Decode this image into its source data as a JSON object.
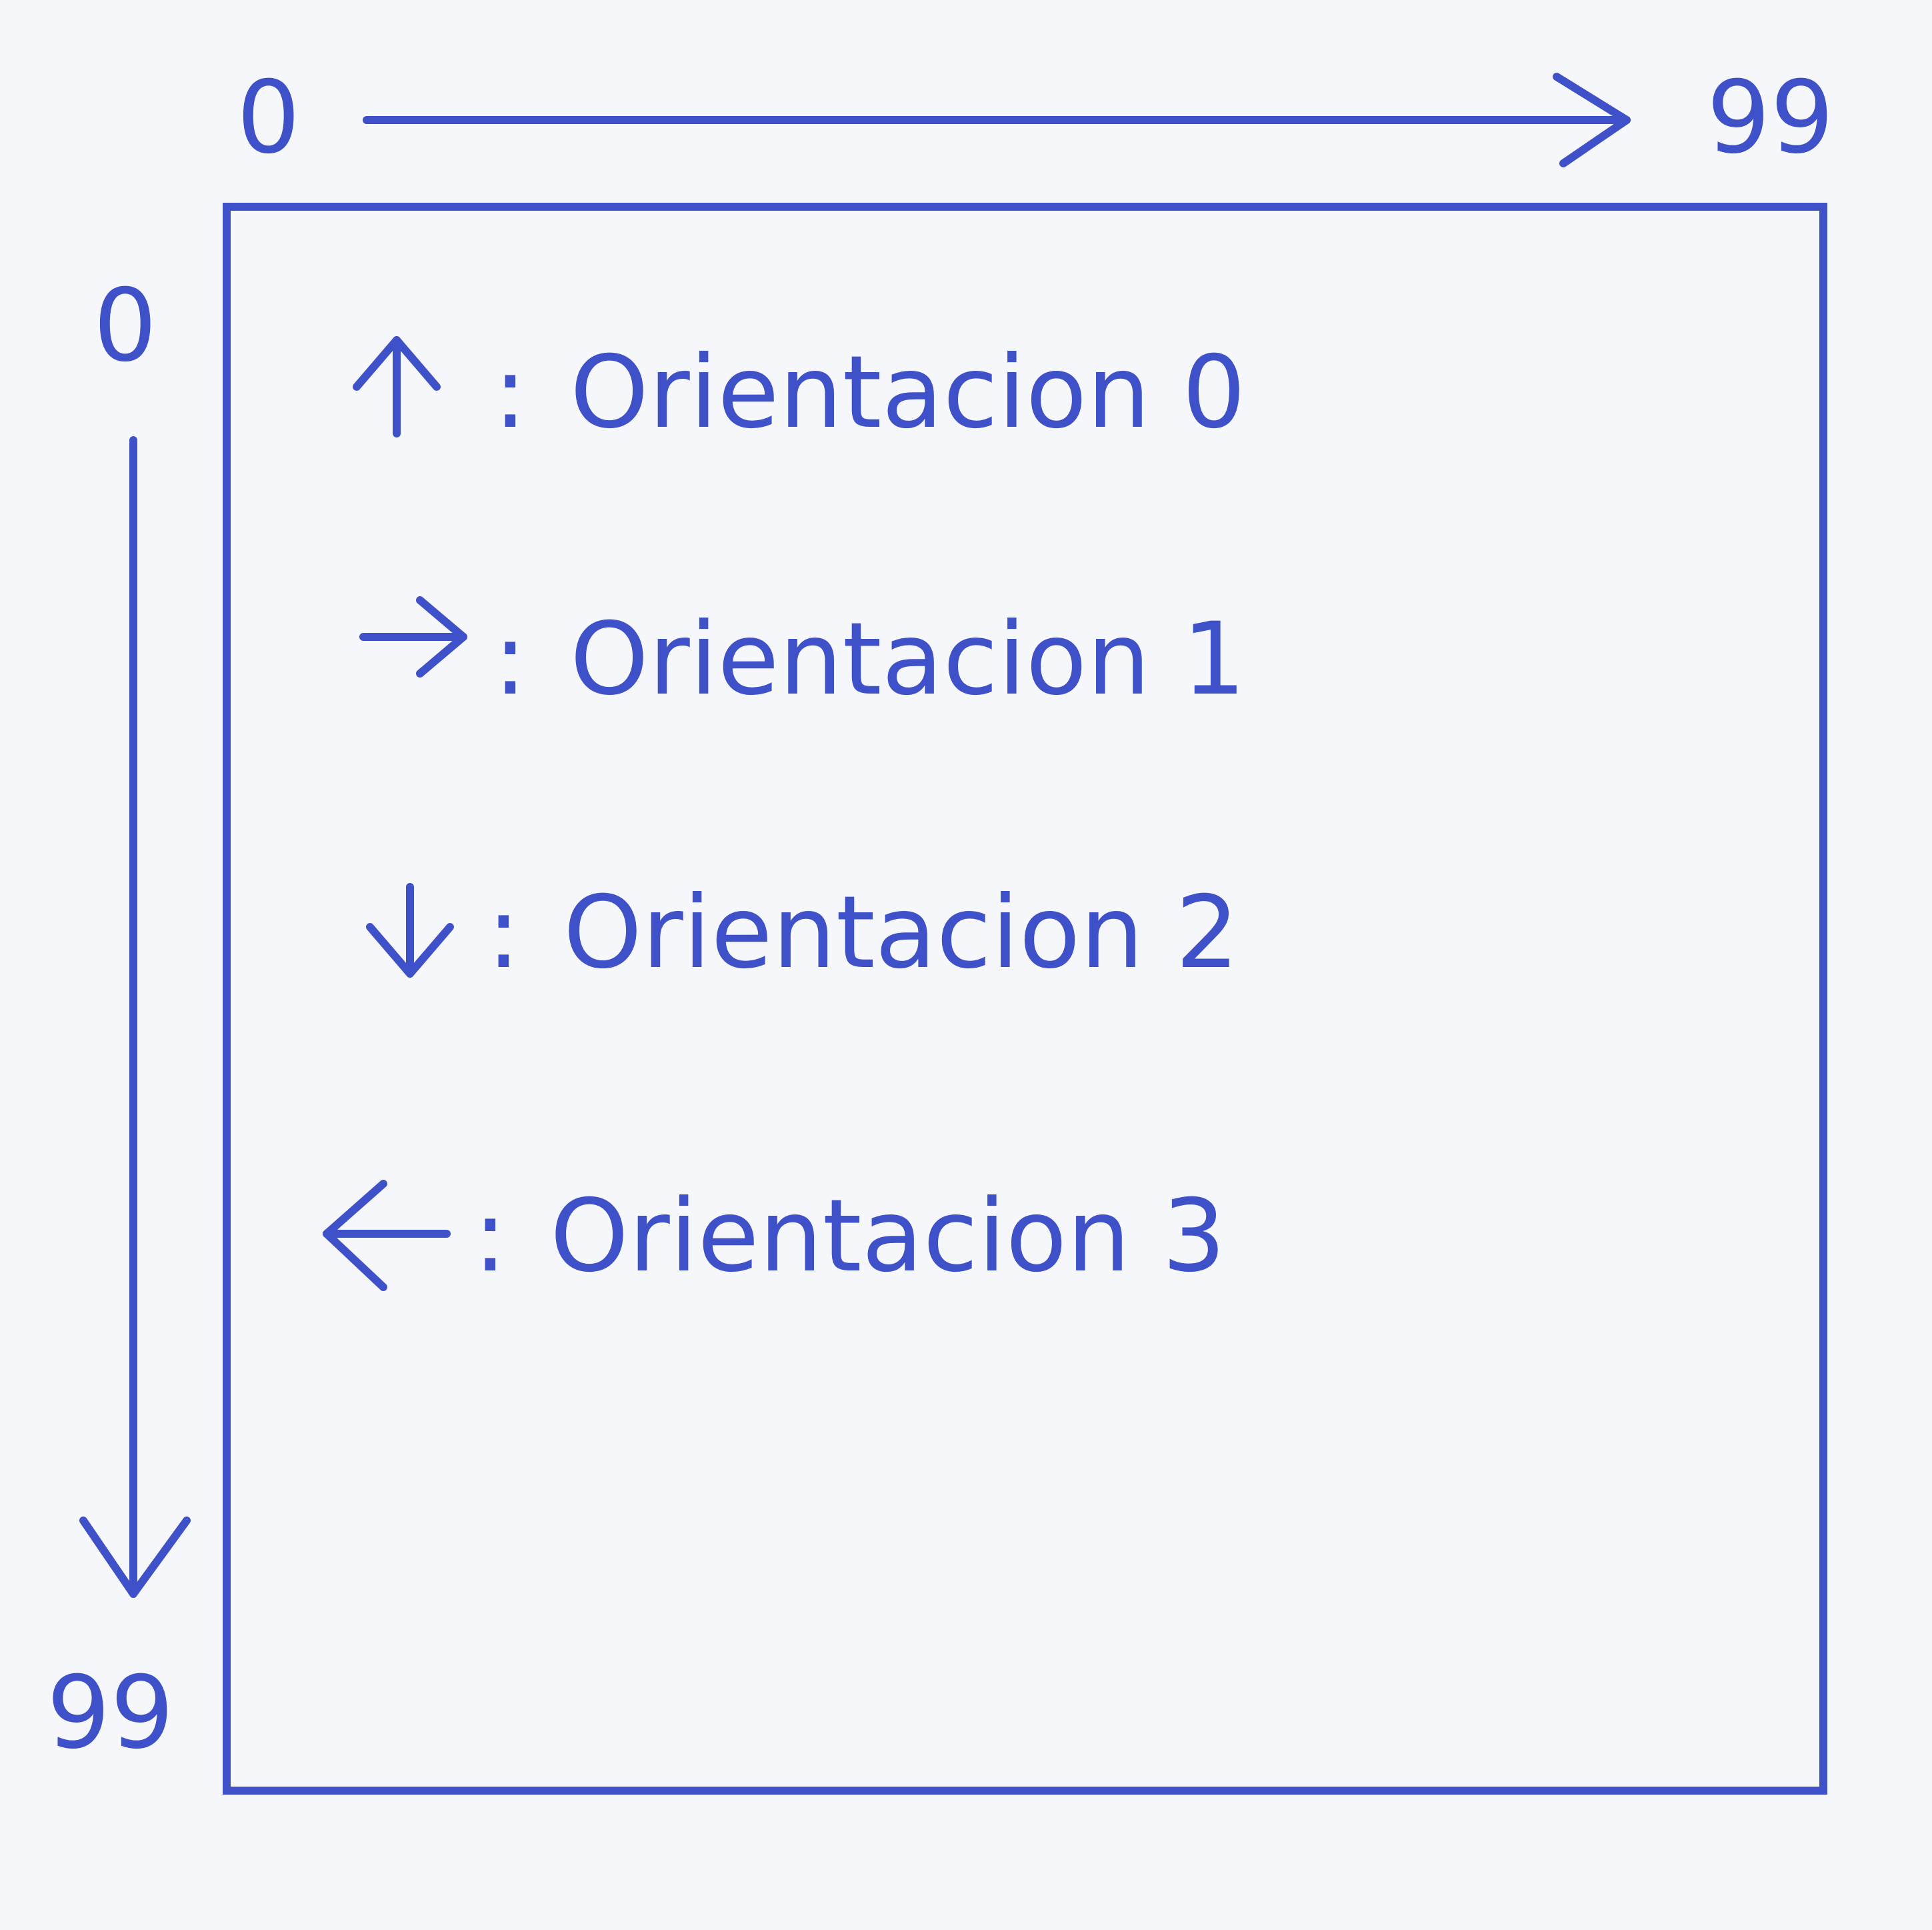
{
  "colors": {
    "ink": "#3f51c8",
    "paper": "#f6f7fb"
  },
  "axes": {
    "x_start": "0",
    "x_end": "99",
    "y_start": "0",
    "y_end": "99"
  },
  "legend": [
    {
      "icon": "arrow-up-icon",
      "separator": ":",
      "text": "Orientacion 0"
    },
    {
      "icon": "arrow-right-icon",
      "separator": ":",
      "text": "Orientacion 1"
    },
    {
      "icon": "arrow-down-icon",
      "separator": ":",
      "text": "Orientacion 2"
    },
    {
      "icon": "arrow-left-icon",
      "separator": ":",
      "text": "Orientacion 3"
    }
  ]
}
